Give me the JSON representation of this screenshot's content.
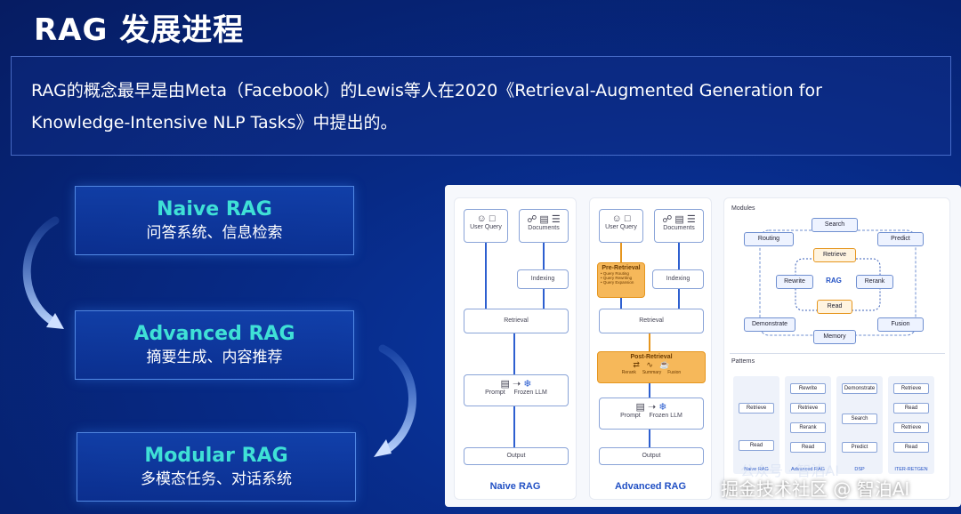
{
  "slide": {
    "title": "RAG 发展进程",
    "intro_line1": "RAG的概念最早是由Meta（Facebook）的Lewis等人在2020《Retrieval-Augmented Generation for",
    "intro_line2": "Knowledge-Intensive NLP Tasks》中提出的。"
  },
  "stages": [
    {
      "name": "Naive RAG",
      "desc": "问答系统、信息检索"
    },
    {
      "name": "Advanced RAG",
      "desc": "摘要生成、内容推荐"
    },
    {
      "name": "Modular RAG",
      "desc": "多模态任务、对话系统"
    }
  ],
  "figure": {
    "naive": {
      "title": "Naive RAG",
      "user": "User",
      "query": "Query",
      "documents": "Documents",
      "indexing": "Indexing",
      "retrieval": "Retrieval",
      "prompt": "Prompt",
      "frozen_llm": "Frozen LLM",
      "output": "Output"
    },
    "advanced": {
      "title": "Advanced RAG",
      "user": "User",
      "query": "Query",
      "documents": "Documents",
      "pre_retrieval": "Pre-Retrieval",
      "pre_items": [
        "• Query Routing",
        "• Query Rewriting",
        "• Query Expansion"
      ],
      "indexing": "Indexing",
      "retrieval": "Retrieval",
      "post_retrieval": "Post-Retrieval",
      "post_items": [
        "Rerank",
        "Summary",
        "Fusion"
      ],
      "prompt": "Prompt",
      "frozen_llm": "Frozen LLM",
      "output": "Output"
    },
    "modular": {
      "modules_label": "Modules",
      "patterns_label": "Patterns",
      "nodes": {
        "search": "Search",
        "routing": "Routing",
        "predict": "Predict",
        "retrieve": "Retrieve",
        "rewrite": "Rewrite",
        "rag": "RAG",
        "rerank": "Rerank",
        "read": "Read",
        "demonstrate": "Demonstrate",
        "fusion": "Fusion",
        "memory": "Memory"
      },
      "patterns": [
        {
          "label": "Naive RAG",
          "items": [
            "Retrieve",
            "Read"
          ]
        },
        {
          "label": "Advanced RAG",
          "items": [
            "Rewrite",
            "Retrieve",
            "Rerank",
            "Read"
          ]
        },
        {
          "label": "DSP",
          "items": [
            "Demonstrate",
            "Search",
            "Predict"
          ]
        },
        {
          "label": "ITER-RETGEN",
          "items": [
            "Retrieve",
            "Read",
            "Retrieve",
            "Read"
          ]
        }
      ]
    }
  },
  "watermark": {
    "platform": "公众号 · 智泊AI",
    "text": "掘金技术社区 @ 智泊AI"
  }
}
